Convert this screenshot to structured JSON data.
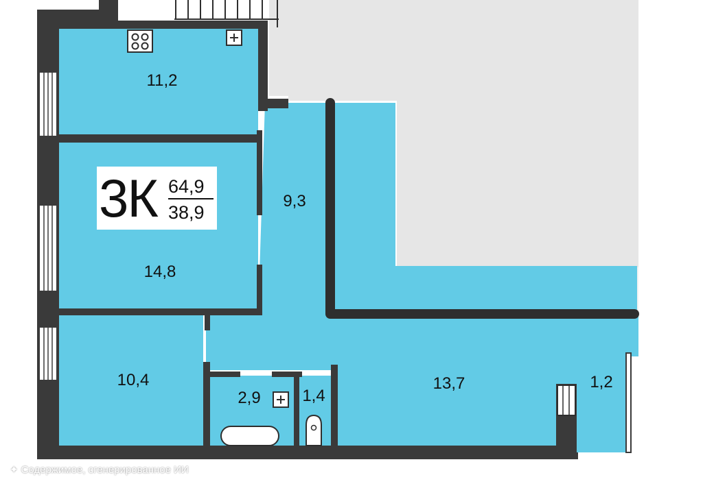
{
  "plan": {
    "apartment_type": "3К",
    "total_area": "64,9",
    "living_area": "38,9",
    "rooms": [
      {
        "id": "kitchen",
        "area": "11,2"
      },
      {
        "id": "hall",
        "area": "9,3"
      },
      {
        "id": "bedroom-middle",
        "area": "14,8"
      },
      {
        "id": "bedroom-bottom",
        "area": "10,4"
      },
      {
        "id": "bathroom",
        "area": "2,9"
      },
      {
        "id": "toilet",
        "area": "1,4"
      },
      {
        "id": "living-room",
        "area": "13,7"
      },
      {
        "id": "balcony",
        "area": "1,2"
      }
    ]
  },
  "colors": {
    "floor": "#62cbe6",
    "wall": "#3a3a3a",
    "terrace": "#e6e6e6",
    "background": "#ffffff"
  },
  "watermark": {
    "text": "Содержимое, сгенерированное ИИ"
  }
}
